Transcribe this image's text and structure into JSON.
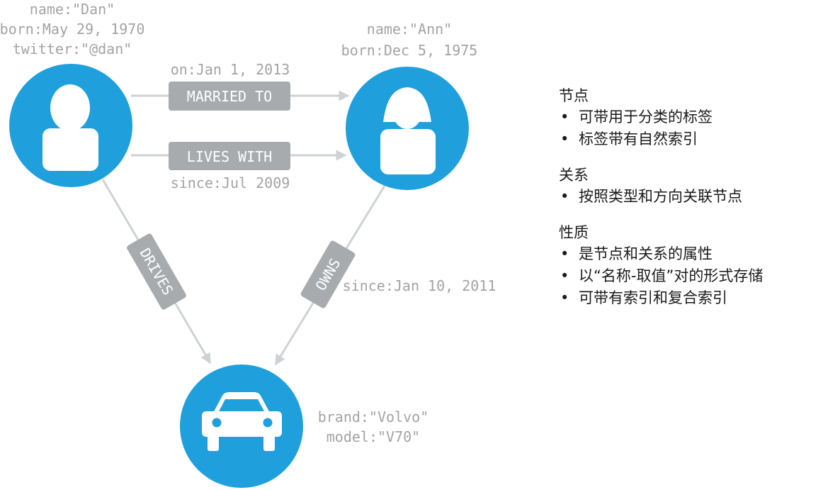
{
  "nodes": {
    "dan": {
      "props": [
        "name:\"Dan\"",
        "born:May 29, 1970",
        "twitter:\"@dan\""
      ],
      "icon": "man-icon"
    },
    "ann": {
      "props": [
        "name:\"Ann\"",
        "born:Dec 5, 1975"
      ],
      "icon": "woman-icon"
    },
    "car": {
      "props": [
        "brand:\"Volvo\"",
        "model:\"V70\""
      ],
      "icon": "car-icon"
    }
  },
  "relationships": {
    "married_to": {
      "label": "MARRIED TO",
      "prop": "on:Jan 1, 2013"
    },
    "lives_with": {
      "label": "LIVES WITH",
      "prop": "since:Jul 2009"
    },
    "drives": {
      "label": "DRIVES"
    },
    "owns": {
      "label": "OWNS",
      "prop": "since:Jan 10, 2011"
    }
  },
  "legend": {
    "nodes": {
      "heading": "节点",
      "items": [
        "可带用于分类的标签",
        "标签带有自然索引"
      ]
    },
    "relationships": {
      "heading": "关系",
      "items": [
        "按照类型和方向关联节点"
      ]
    },
    "properties": {
      "heading": "性质",
      "items": [
        "是节点和关系的属性",
        "以“名称-取值”对的形式存储",
        "可带有索引和复合索引"
      ]
    }
  },
  "colors": {
    "node": "#1fa0dc",
    "arrow": "#cfd2d5",
    "label_box": "#a8abae",
    "property_text": "#a3a3a3",
    "icon": "#ffffff"
  }
}
